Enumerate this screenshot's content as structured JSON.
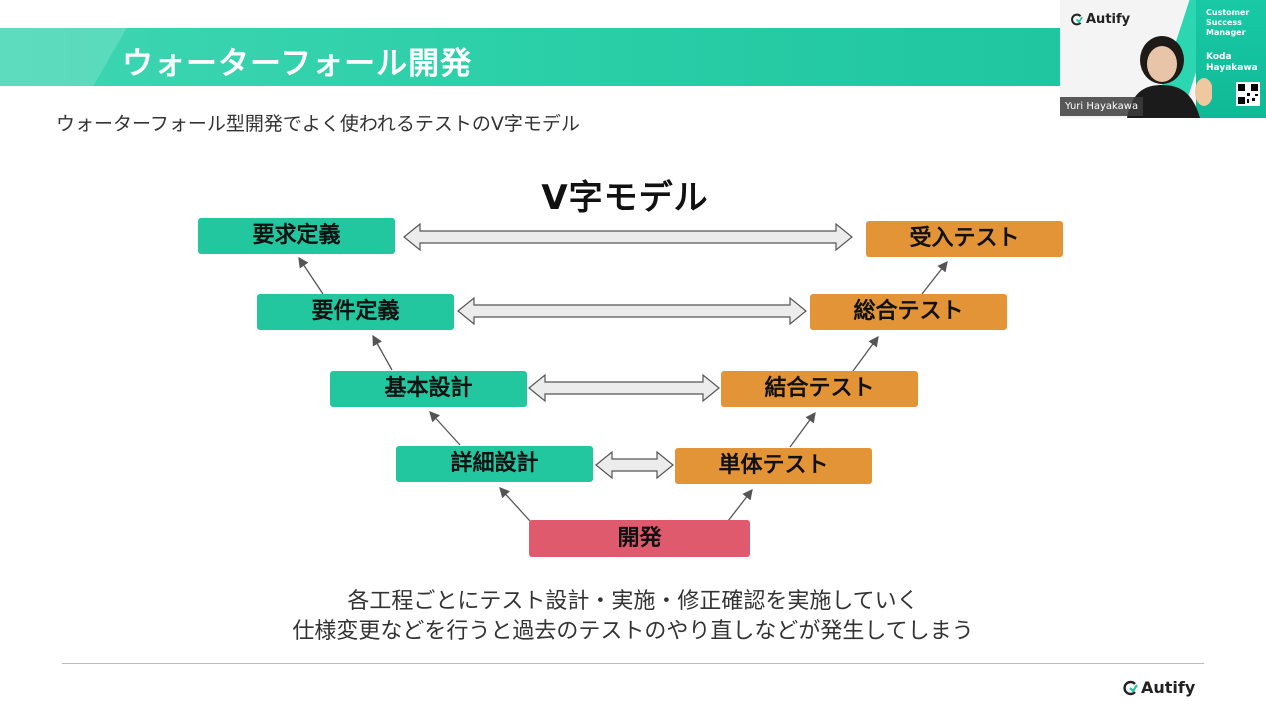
{
  "slide": {
    "header_title": "ウォーターフォール開発",
    "subtitle": "ウォーターフォール型開発でよく使われるテストのV字モデル",
    "diagram_title": "V字モデル",
    "left_boxes": [
      "要求定義",
      "要件定義",
      "基本設計",
      "詳細設計"
    ],
    "right_boxes": [
      "受入テスト",
      "総合テスト",
      "結合テスト",
      "単体テスト"
    ],
    "bottom_box": "開発",
    "caption_line1": "各工程ごとにテスト設計・実施・修正確認を実施していく",
    "caption_line2": "仕様変更などを行うと過去のテストのやり直しなどが発生してしまう",
    "footer_logo": "Autify"
  },
  "video": {
    "logo": "Autify",
    "role": "Customer\nSuccess\nManager",
    "speaker": "Koda\nHayakawa",
    "participant_name": "Yuri Hayakawa"
  },
  "colors": {
    "design_box": "#22c7a0",
    "test_box": "#e29436",
    "dev_box": "#de5a6c",
    "header_band": "#2bcfa8"
  }
}
